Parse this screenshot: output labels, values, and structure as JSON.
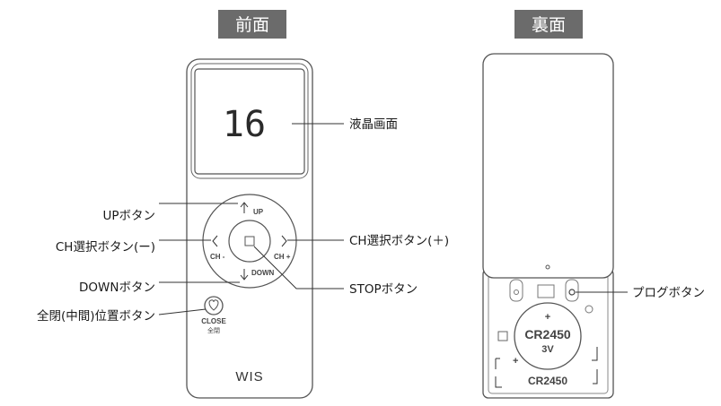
{
  "headers": {
    "front": "前面",
    "back": "裏面"
  },
  "front": {
    "display": "16",
    "ring": {
      "up": "UP",
      "down": "DOWN",
      "ch_minus": "CH -",
      "ch_plus": "CH +"
    },
    "close_label": "CLOSE",
    "close_sub": "全閉",
    "brand": "WIS"
  },
  "back": {
    "battery_model_top": "CR2450",
    "battery_voltage": "3V",
    "battery_model_bottom": "CR2450",
    "battery_plus": "+"
  },
  "callouts": {
    "lcd": "液晶画面",
    "up": "UPボタン",
    "ch_minus": "CH選択ボタン(ー)",
    "ch_plus": "CH選択ボタン(＋)",
    "down": "DOWNボタン",
    "stop": "STOPボタン",
    "close": "全閉(中間)位置ボタン",
    "prog": "プログボタン"
  },
  "colors": {
    "header_bg": "#6b6b6b",
    "outline": "#555555",
    "text": "#1a1a1a"
  }
}
